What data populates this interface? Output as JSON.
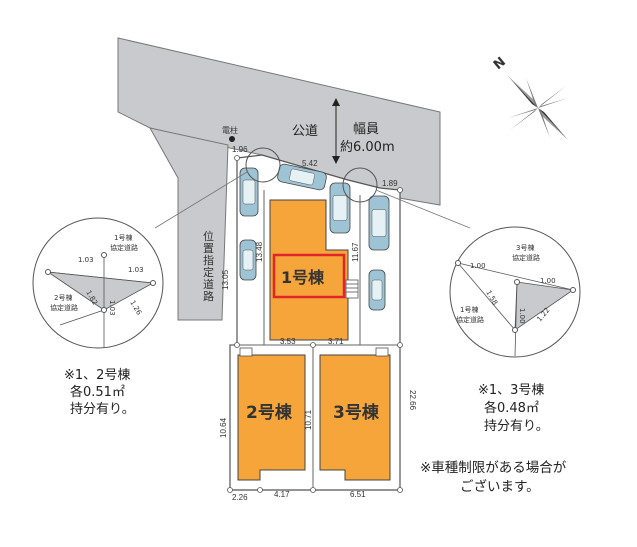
{
  "road": {
    "label": "公道",
    "width_label": "幅員",
    "width_value": "約6.00m",
    "utility_pole": "電柱",
    "designated_road": "位置指定道路"
  },
  "buildings": [
    {
      "name": "1号棟"
    },
    {
      "name": "2号棟"
    },
    {
      "name": "3号棟"
    }
  ],
  "dimensions": {
    "top_corner": "1.96",
    "frontage": "5.42",
    "right_corner": "1.89",
    "left_side": "13.05",
    "b1_depth": "13.48",
    "right_upper": "11.67",
    "b1_bottom_left": "3.53",
    "b1_bottom_right": "3.71",
    "right_long": "22.66",
    "lower_left": "10.64",
    "middle_line": "10.71",
    "bottom_a": "2.26",
    "bottom_b": "4.17",
    "bottom_c": "6.51"
  },
  "left_detail": {
    "label_top": [
      "1号棟",
      "協定道路"
    ],
    "label_bottom": [
      "2号棟",
      "協定道路"
    ],
    "dims": [
      "1.03",
      "1.03",
      "1.03",
      "1.82",
      "1.26"
    ],
    "note": [
      "※1、2号棟",
      "各0.51㎡",
      "持分有り。"
    ]
  },
  "right_detail": {
    "label_top": [
      "3号棟",
      "協定道路"
    ],
    "label_bottom": [
      "1号棟",
      "協定道路"
    ],
    "dims": [
      "1.00",
      "1.00",
      "1.00",
      "1.58",
      "1.22"
    ],
    "note": [
      "※1、3号棟",
      "各0.48㎡",
      "持分有り。"
    ]
  },
  "vehicle_note": [
    "※車種制限がある場合が",
    "ございます。"
  ],
  "compass": {
    "label": "N"
  },
  "colors": {
    "building": "#f5a53a",
    "road": "#c8cacd",
    "highlight": "#e0262a",
    "car": "#9ec3d4"
  }
}
